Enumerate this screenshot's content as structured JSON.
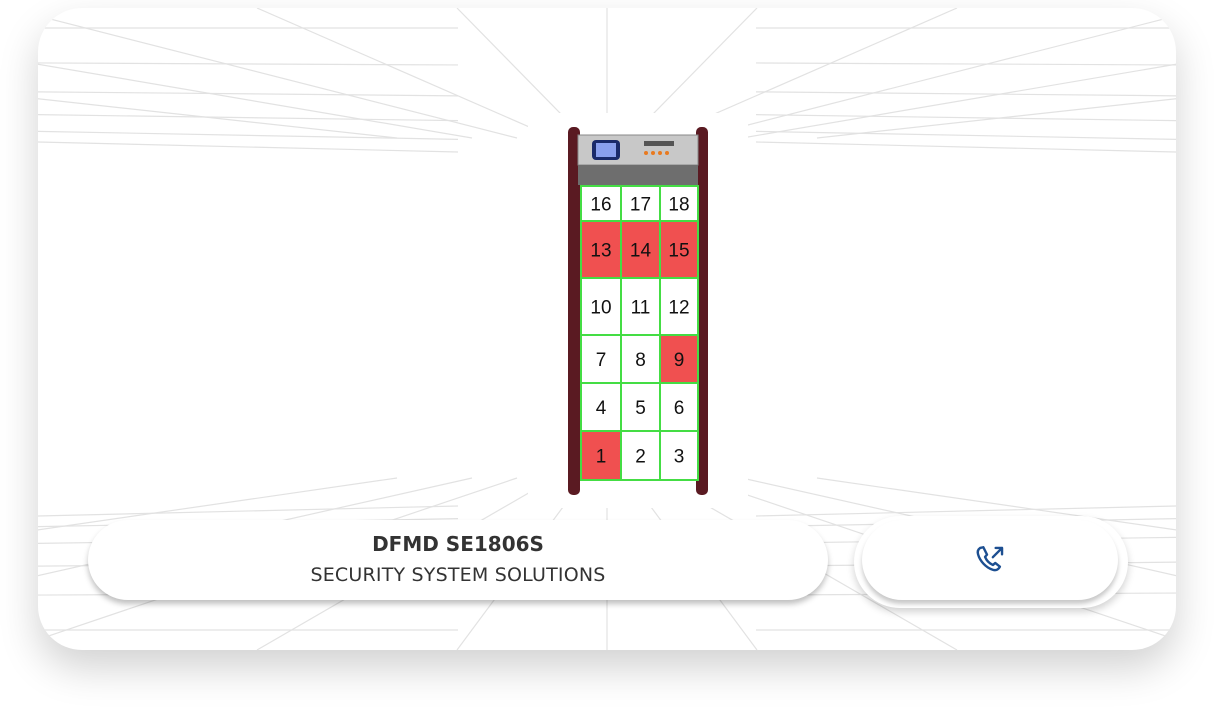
{
  "product": {
    "name": "DFMD SE1806S",
    "category": "SECURITY SYSTEM SOLUTIONS",
    "zones": [
      [
        {
          "n": "16",
          "alert": false
        },
        {
          "n": "17",
          "alert": false
        },
        {
          "n": "18",
          "alert": false
        }
      ],
      [
        {
          "n": "13",
          "alert": true
        },
        {
          "n": "14",
          "alert": true
        },
        {
          "n": "15",
          "alert": true
        }
      ],
      [
        {
          "n": "10",
          "alert": false
        },
        {
          "n": "11",
          "alert": false
        },
        {
          "n": "12",
          "alert": false
        }
      ],
      [
        {
          "n": "7",
          "alert": false
        },
        {
          "n": "8",
          "alert": false
        },
        {
          "n": "9",
          "alert": true
        }
      ],
      [
        {
          "n": "4",
          "alert": false
        },
        {
          "n": "5",
          "alert": false
        },
        {
          "n": "6",
          "alert": false
        }
      ],
      [
        {
          "n": "1",
          "alert": true
        },
        {
          "n": "2",
          "alert": false
        },
        {
          "n": "3",
          "alert": false
        }
      ]
    ]
  },
  "actions": {
    "call_icon": "phone-outgoing-icon"
  },
  "colors": {
    "accent": "#1d4f91",
    "alert": "#f05050",
    "zone_line": "#44dd44",
    "frame": "#5a1a22"
  }
}
